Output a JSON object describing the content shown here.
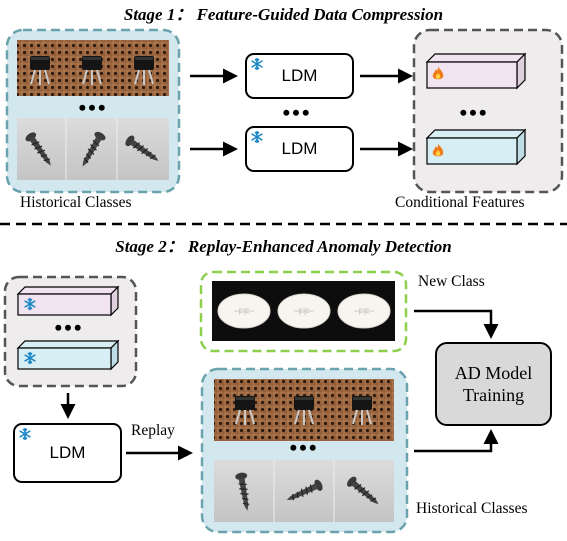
{
  "stage1": {
    "title": "Stage 1： Feature-Guided Data Compression",
    "ldm_label": "LDM",
    "historical_label": "Historical Classes",
    "conditional_label": "Conditional Features",
    "dots": "•••"
  },
  "stage2": {
    "title": "Stage 2： Replay-Enhanced Anomaly Detection",
    "ldm_label": "LDM",
    "replay_label": "Replay",
    "new_class_label": "New Class",
    "historical_label": "Historical Classes",
    "ad_line1": "AD Model",
    "ad_line2": "Training",
    "dots": "•••"
  },
  "icons": [
    "snowflake-icon",
    "flame-icon"
  ],
  "colors": {
    "teal_dash": "#6aa3ad",
    "teal_fill": "#d3e8ee",
    "gray_dash": "#555555",
    "gray_fill": "#efeced",
    "green_dash": "#8ecf4e",
    "feature_pink": "#f1e3ef",
    "feature_blue": "#d8eef5",
    "snow_blue": "#1e88c7",
    "flame_orange": "#f07a1a"
  }
}
